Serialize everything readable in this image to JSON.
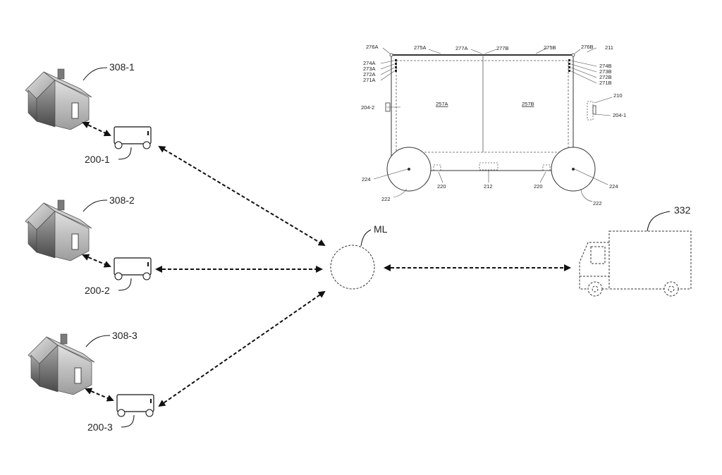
{
  "houses": [
    {
      "label": "308-1"
    },
    {
      "label": "308-2"
    },
    {
      "label": "308-3"
    }
  ],
  "robots": [
    {
      "label": "200-1"
    },
    {
      "label": "200-2"
    },
    {
      "label": "200-3"
    }
  ],
  "hub": {
    "label": "ML"
  },
  "truck": {
    "label": "332"
  },
  "detail": {
    "labels": {
      "l276A": "276A",
      "l275A": "275A",
      "l277A": "277A",
      "l277B": "277B",
      "l275B": "275B",
      "l276B": "276B",
      "l211": "211",
      "l274A": "274A",
      "l273A": "273A",
      "l272A": "272A",
      "l271A": "271A",
      "l274B": "274B",
      "l273B": "273B",
      "l272B": "272B",
      "l271B": "271B",
      "l210": "210",
      "l204_2": "204-2",
      "l204_1": "204-1",
      "l257A": "257A",
      "l257B": "257B",
      "l224a": "224",
      "l224b": "224",
      "l222a": "222",
      "l222b": "222",
      "l220a": "220",
      "l220b": "220",
      "l212": "212"
    }
  }
}
